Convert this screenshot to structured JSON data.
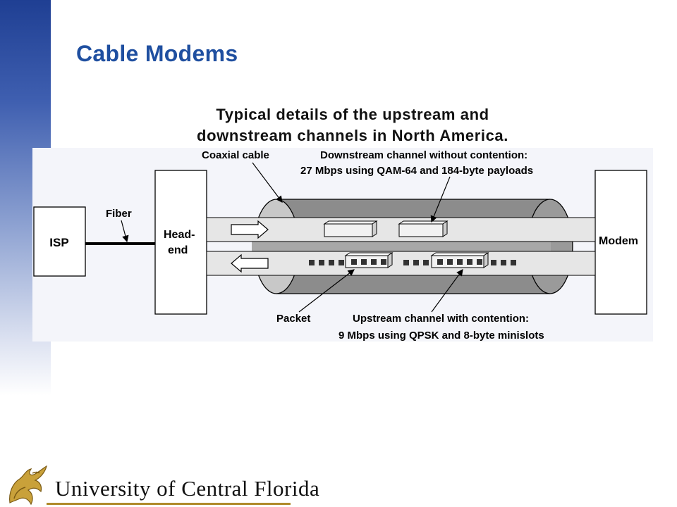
{
  "slide": {
    "title": "Cable Modems",
    "caption_line1": "Typical details of the upstream and",
    "caption_line2": "downstream channels in North America."
  },
  "diagram": {
    "isp_label": "ISP",
    "fiber_label": "Fiber",
    "headend_line1": "Head-",
    "headend_line2": "end",
    "modem_label": "Modem",
    "coax_label": "Coaxial cable",
    "downstream_line1": "Downstream channel without contention:",
    "downstream_line2": "27 Mbps using QAM-64 and 184-byte payloads",
    "packet_label": "Packet",
    "upstream_line1": "Upstream channel with contention:",
    "upstream_line2": "9 Mbps using QPSK and 8-byte minislots"
  },
  "footer": {
    "university_name": "University of Central Florida"
  },
  "colors": {
    "title": "#1f4fa0",
    "cable_body": "#8c8c8c",
    "channel_fill": "#e6e6e6",
    "footer_rule": "#b08a2a"
  }
}
